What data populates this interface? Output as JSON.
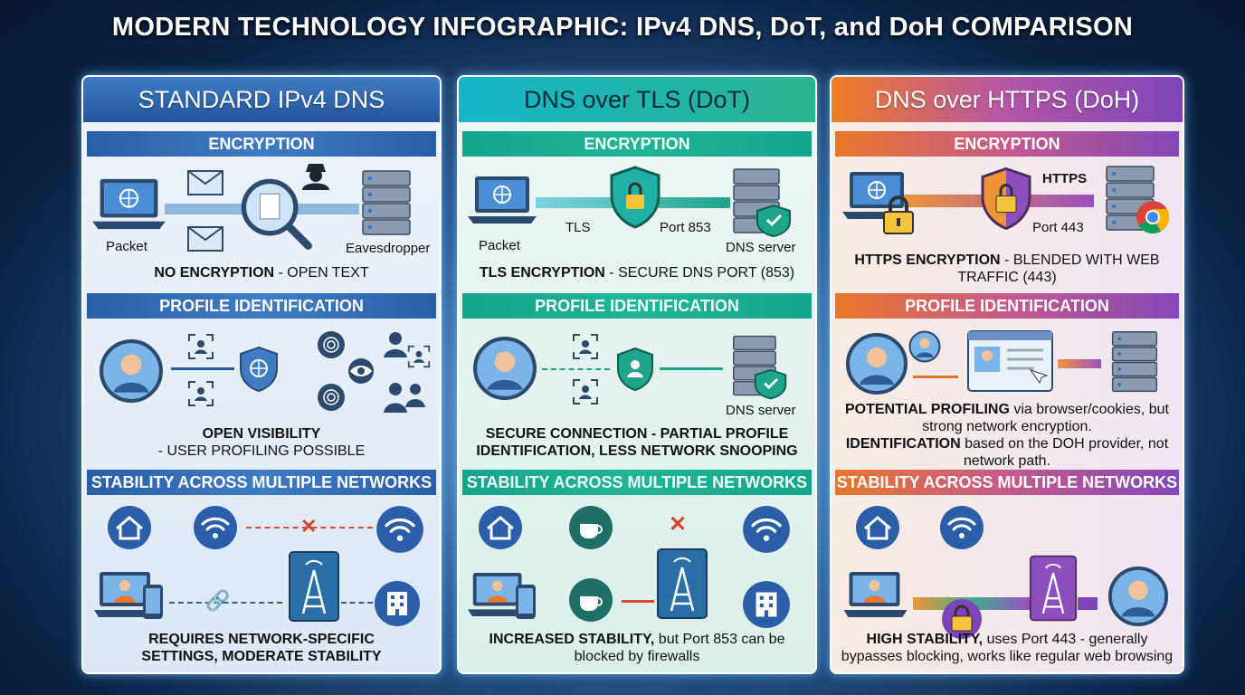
{
  "title": "MODERN TECHNOLOGY INFOGRAPHIC: IPv4 DNS, DoT, and DoH COMPARISON",
  "columns": [
    {
      "header": "STANDARD IPv4 DNS",
      "sections": {
        "encryption": "ENCRYPTION",
        "profile": "PROFILE IDENTIFICATION",
        "stability": "STABILITY ACROSS MULTIPLE NETWORKS"
      },
      "labels": {
        "packet": "Packet",
        "eavesdropper": "Eavesdropper"
      },
      "captions": {
        "encryption_bold": "NO ENCRYPTION",
        "encryption_rest": " - OPEN TEXT",
        "profile_bold": "OPEN VISIBILITY",
        "profile_rest": " - USER PROFILING POSSIBLE",
        "stability_bold": "REQUIRES NETWORK-SPECIFIC",
        "stability_rest": " SETTINGS, MODERATE STABILITY"
      },
      "accent": "#2a5ea8"
    },
    {
      "header": "DNS over TLS (DoT)",
      "sections": {
        "encryption": "ENCRYPTION",
        "profile": "PROFILE IDENTIFICATION",
        "stability": "STABILITY ACROSS MULTIPLE NETWORKS"
      },
      "labels": {
        "packet": "Packet",
        "tls": "TLS",
        "port": "Port 853",
        "dns_server": "DNS server",
        "dns_server2": "DNS server"
      },
      "captions": {
        "encryption_bold": "TLS ENCRYPTION",
        "encryption_rest": " - SECURE DNS PORT (853)",
        "profile_bold": "SECURE CONNECTION",
        "profile_rest": " - PARTIAL PROFILE IDENTIFICATION, LESS NETWORK SNOOPING",
        "stability_bold": "INCREASED STABILITY,",
        "stability_rest": " but Port 853 can be blocked by firewalls"
      },
      "accent": "#1fa58a"
    },
    {
      "header": "DNS over HTTPS (DoH)",
      "sections": {
        "encryption": "ENCRYPTION",
        "profile": "PROFILE IDENTIFICATION",
        "stability": "STABILITY ACROSS MULTIPLE NETWORKS"
      },
      "labels": {
        "https": "HTTPS",
        "port": "Port 443"
      },
      "captions": {
        "encryption_bold": "HTTPS ENCRYPTION",
        "encryption_rest": " - BLENDED WITH WEB TRAFFIC (443)",
        "profile_bold": "POTENTIAL PROFILING",
        "profile_rest": " via browser/cookies, but strong network encryption.",
        "profile_bold2": "IDENTIFICATION",
        "profile_rest2": " based on the DOH provider, not network path.",
        "stability_bold": "HIGH STABILITY,",
        "stability_rest": " uses Port 443 - generally bypasses blocking, works like regular web browsing"
      },
      "accent": "#8248b8"
    }
  ]
}
